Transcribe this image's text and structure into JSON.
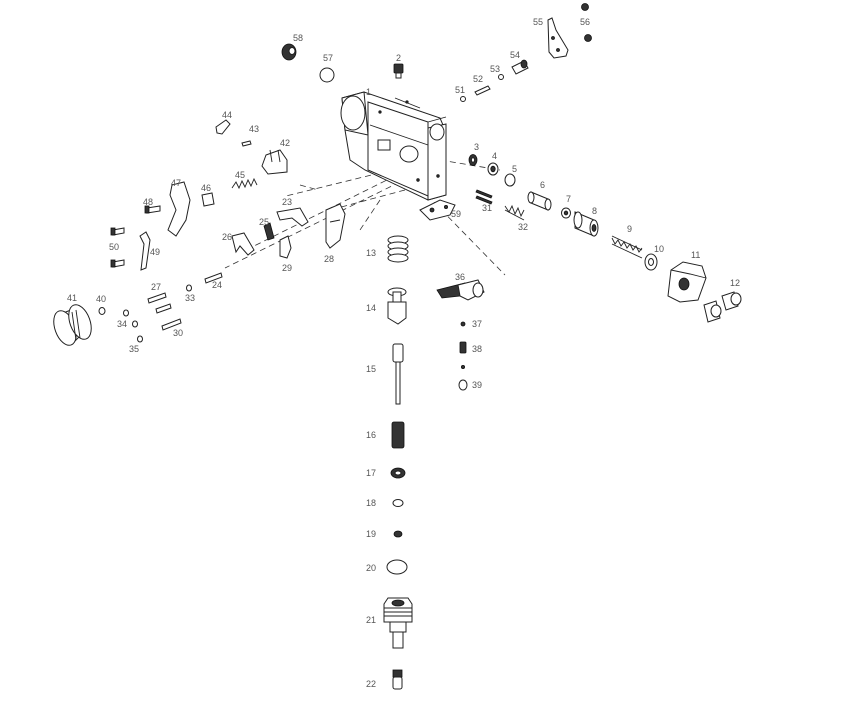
{
  "diagram": {
    "ink_color": "#222222",
    "label_color": "#555555",
    "part_labels": [
      "1",
      "2",
      "3",
      "4",
      "5",
      "6",
      "7",
      "8",
      "9",
      "10",
      "11",
      "12",
      "13",
      "14",
      "15",
      "16",
      "17",
      "18",
      "19",
      "20",
      "21",
      "22",
      "23",
      "24",
      "25",
      "26",
      "27",
      "28",
      "29",
      "30",
      "31",
      "32",
      "33",
      "34",
      "35",
      "36",
      "37",
      "38",
      "39",
      "40",
      "41",
      "42",
      "43",
      "44",
      "45",
      "46",
      "47",
      "48",
      "49",
      "50",
      "51",
      "52",
      "53",
      "54",
      "55",
      "56",
      "57",
      "58",
      "59"
    ]
  }
}
